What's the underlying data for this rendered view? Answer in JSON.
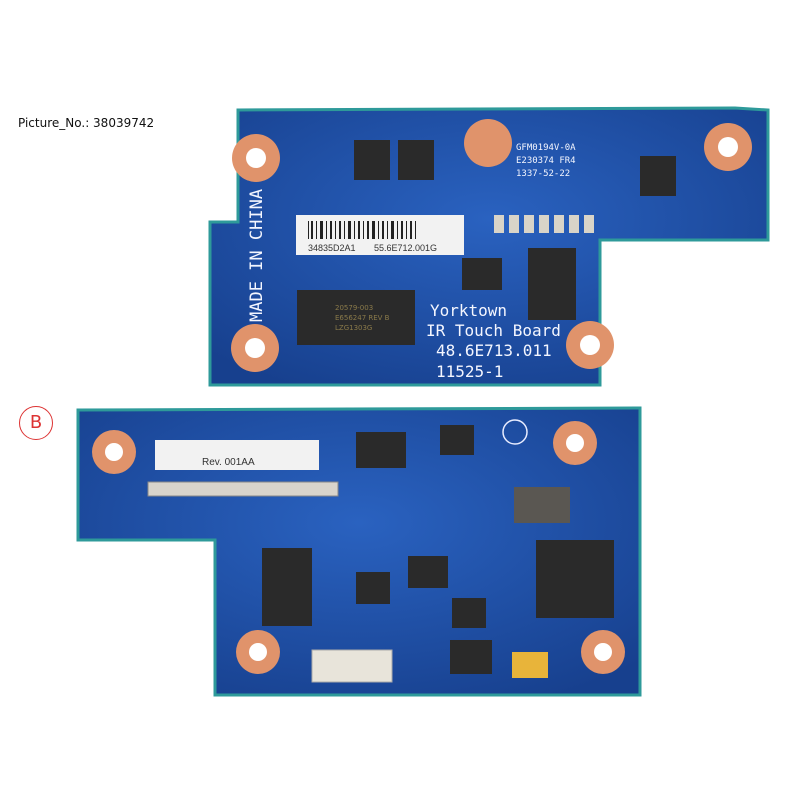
{
  "caption": {
    "picture_no": "Picture_No.: 38039742"
  },
  "marker": {
    "label": "B"
  },
  "top_board": {
    "made_in": "MADE IN CHINA",
    "barcode_label": [
      "34835D2A1",
      "55.6E712.001G"
    ],
    "silkscreen": [
      "Yorktown",
      "IR Touch Board",
      "48.6E713.011",
      "11525-1"
    ],
    "ul_mark": [
      "GFM0194V-0A",
      "E230374 FR4",
      "1337-52-22"
    ],
    "chip_marking": [
      "20579-003",
      "E656247 REV B",
      "LZG1303G"
    ]
  },
  "bottom_board": {
    "rev_label": "Rev. 001AA"
  },
  "colors": {
    "pcb": "#1f4fa8",
    "pad": "#e0936b",
    "label": "#f2f2f2",
    "chip": "#2a2a2a"
  }
}
